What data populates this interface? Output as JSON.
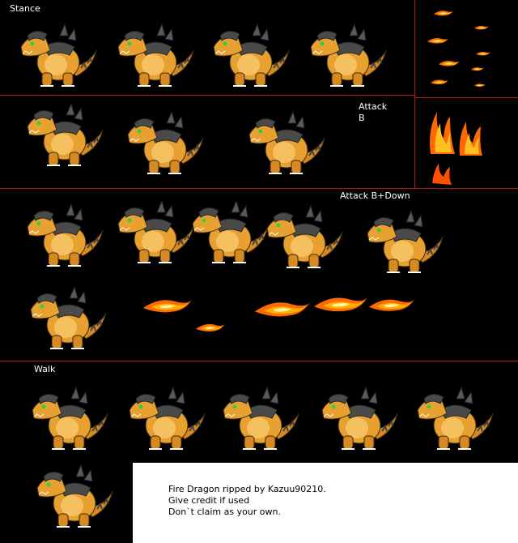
{
  "sections": {
    "stance": "Stance",
    "attack_b_line1": "Attack",
    "attack_b_line2": "B",
    "attack_b_down": "Attack B+Down",
    "walk": "Walk"
  },
  "credits": {
    "line1": "Fire Dragon ripped by Kazuu90210.",
    "line2": "Give credit if used",
    "line3": "Don`t claim as your own."
  },
  "colors": {
    "background": "#000000",
    "divider": "#b01818",
    "dragon_body": "#e8a030",
    "dragon_armor": "#4a4a4a",
    "fire": "#ff9a00"
  }
}
